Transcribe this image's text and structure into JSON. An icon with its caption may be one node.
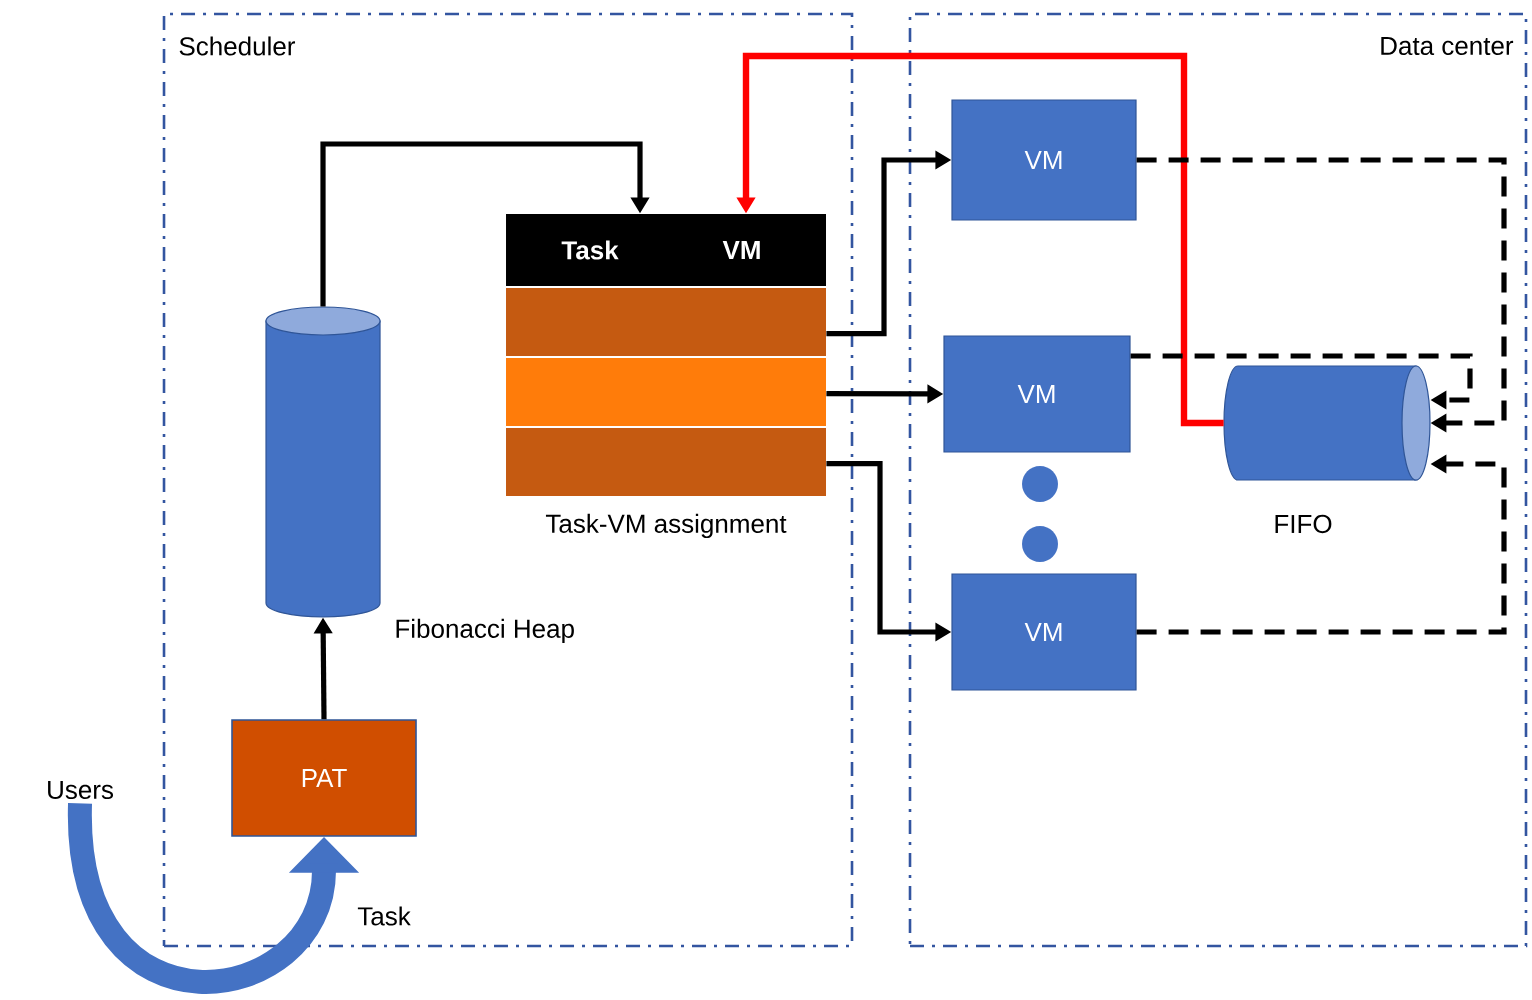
{
  "diagram": {
    "nodes": [
      {
        "text": [
          "Scheduler"
        ]
      },
      {
        "text": [
          "Data center"
        ]
      },
      {
        "text": [
          "Users"
        ]
      },
      {
        "text": [
          "PAT"
        ],
        "in": 0
      },
      {
        "text": [
          "Fibonacci Heap"
        ],
        "in": 0
      },
      {
        "text": [
          "Task",
          "VM",
          "Task-VM assignment"
        ],
        "in": 0
      },
      {
        "text": [
          "VM"
        ],
        "in": 1
      },
      {
        "text": [
          "VM"
        ],
        "in": 1
      },
      {
        "text": [
          "VM"
        ],
        "in": 1
      },
      {
        "text": [
          "FIFO"
        ],
        "in": 1
      }
    ],
    "edges": [
      {
        "from": 2,
        "to": 3,
        "arrow": "to",
        "label": "Task",
        "style": "thick",
        "color": "#4472c4"
      },
      {
        "from": 3,
        "to": 4,
        "arrow": "to"
      },
      {
        "from": 4,
        "to": 5,
        "arrow": "to"
      },
      {
        "from": 9,
        "to": 5,
        "arrow": "to",
        "color": "#ff0000"
      },
      {
        "from": 5,
        "to": 6,
        "arrow": "to"
      },
      {
        "from": 5,
        "to": 7,
        "arrow": "to"
      },
      {
        "from": 5,
        "to": 8,
        "arrow": "to"
      },
      {
        "from": 6,
        "to": 9,
        "arrow": "to",
        "style": "dashed"
      },
      {
        "from": 7,
        "to": 9,
        "arrow": "to",
        "style": "dashed"
      },
      {
        "from": 8,
        "to": 9,
        "arrow": "to",
        "style": "dashed"
      }
    ]
  }
}
